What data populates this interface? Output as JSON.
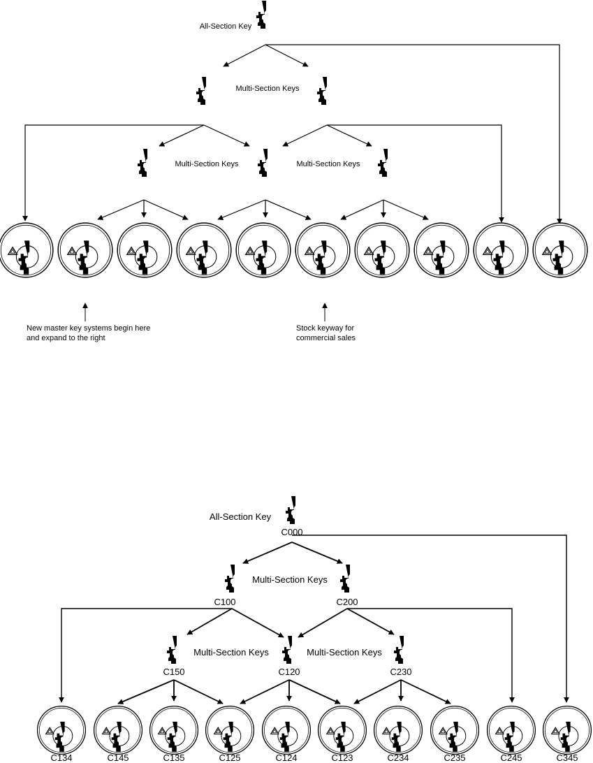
{
  "top_diagram": {
    "labels": {
      "all_section": "All-Section Key",
      "multi_level1": "Multi-Section Keys",
      "multi_level2_left": "Multi-Section Keys",
      "multi_level2_right": "Multi-Section Keys"
    },
    "notes": {
      "new_systems": [
        "New master key systems begin here",
        "and expand to the right"
      ],
      "stock_keyway": [
        "Stock keyway for",
        "commercial sales"
      ]
    }
  },
  "bottom_diagram": {
    "labels": {
      "all_section": "All-Section Key",
      "multi_level1": "Multi-Section Keys",
      "multi_level2_left": "Multi-Section Keys",
      "multi_level2_right": "Multi-Section Keys"
    },
    "key_codes": {
      "top": "C000",
      "level1": [
        "C100",
        "C200"
      ],
      "level2": [
        "C150",
        "C120",
        "C230"
      ]
    },
    "cylinder_codes": [
      "C134",
      "C145",
      "C135",
      "C125",
      "C124",
      "C123",
      "C234",
      "C235",
      "C245",
      "C345"
    ]
  },
  "icons": {
    "key": "key-profile-icon",
    "cylinder": "lock-cylinder-icon"
  }
}
